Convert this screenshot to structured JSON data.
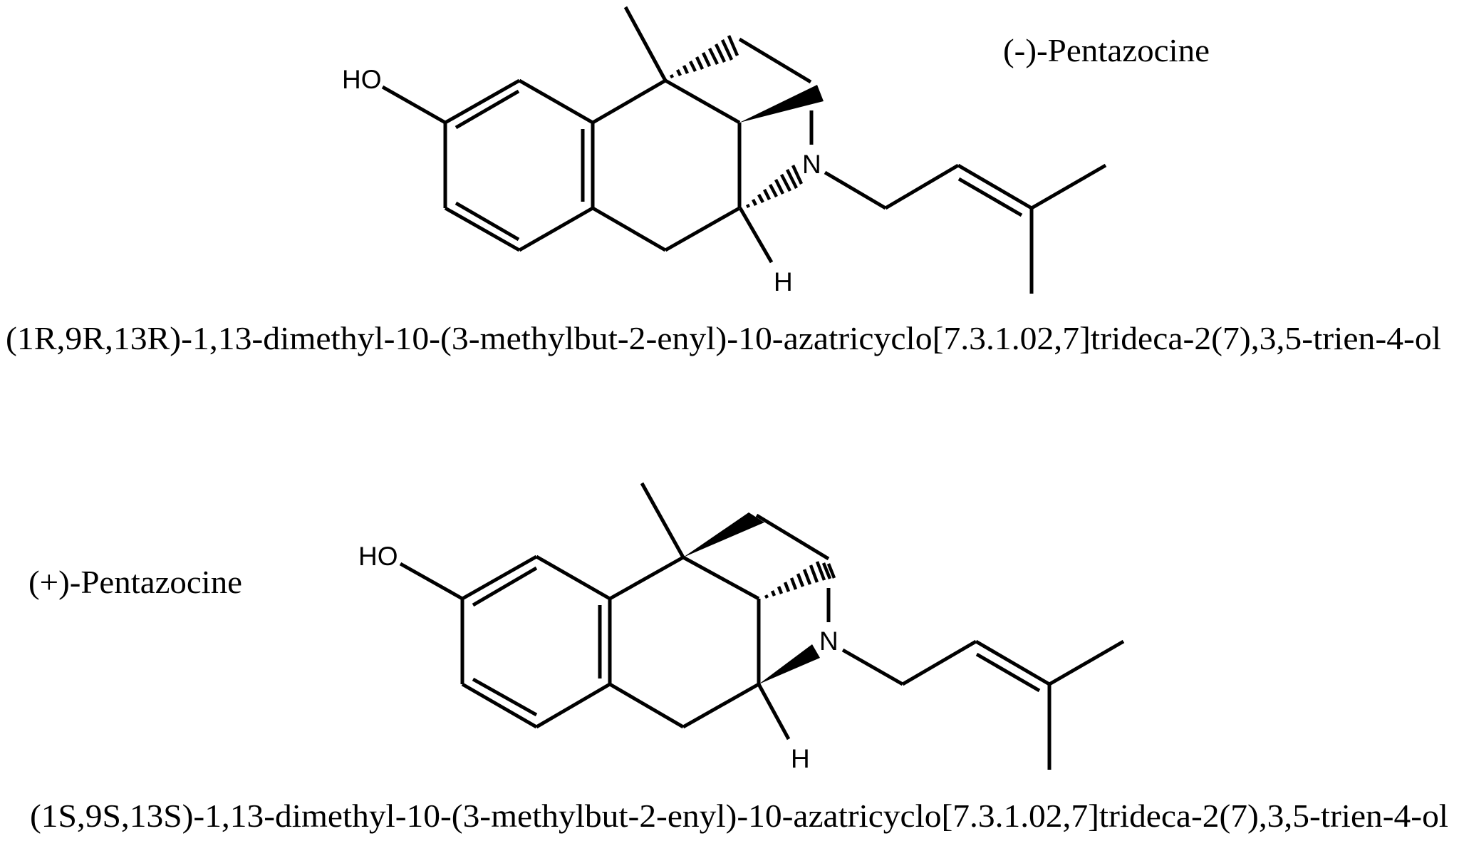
{
  "figure": {
    "background": "#ffffff",
    "ink": "#000000"
  },
  "molecules": [
    {
      "enantiomer_label": "(-)-Pentazocine",
      "iupac_name": "(1R,9R,13R)-1,13-dimethyl-10-(3-methylbut-2-enyl)-10-azatricyclo[7.3.1.02,7]trideca-2(7),3,5-trien-4-ol",
      "atom_labels": {
        "hydroxyl": "HO",
        "nitrogen": "N",
        "hydrogen": "H"
      }
    },
    {
      "enantiomer_label": "(+)-Pentazocine",
      "iupac_name": "(1S,9S,13S)-1,13-dimethyl-10-(3-methylbut-2-enyl)-10-azatricyclo[7.3.1.02,7]trideca-2(7),3,5-trien-4-ol",
      "atom_labels": {
        "hydroxyl": "HO",
        "nitrogen": "N",
        "hydrogen": "H"
      }
    }
  ]
}
